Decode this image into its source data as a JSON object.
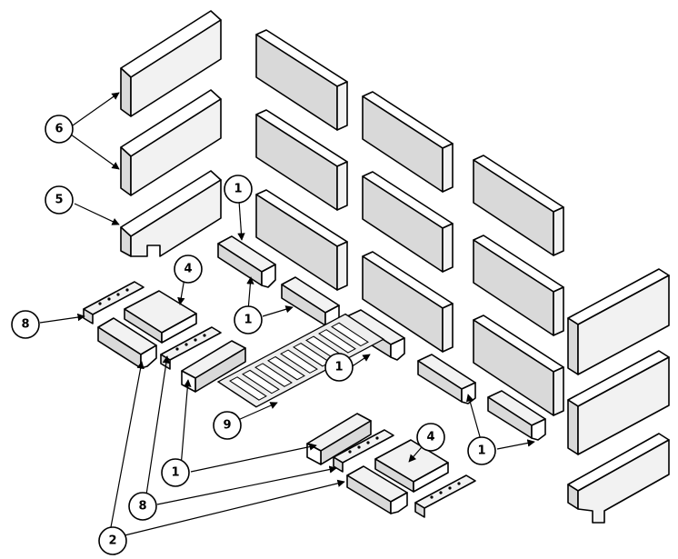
{
  "callouts": {
    "c1a": "1",
    "c1b": "1",
    "c1c": "1",
    "c1d": "1",
    "c1e": "1",
    "c2": "2",
    "c4a": "4",
    "c4b": "4",
    "c5": "5",
    "c6": "6",
    "c8a": "8",
    "c8b": "8",
    "c9": "9"
  },
  "colors": {
    "line": "#000000",
    "side_shade": "#d9d9d9",
    "background": "#ffffff"
  }
}
